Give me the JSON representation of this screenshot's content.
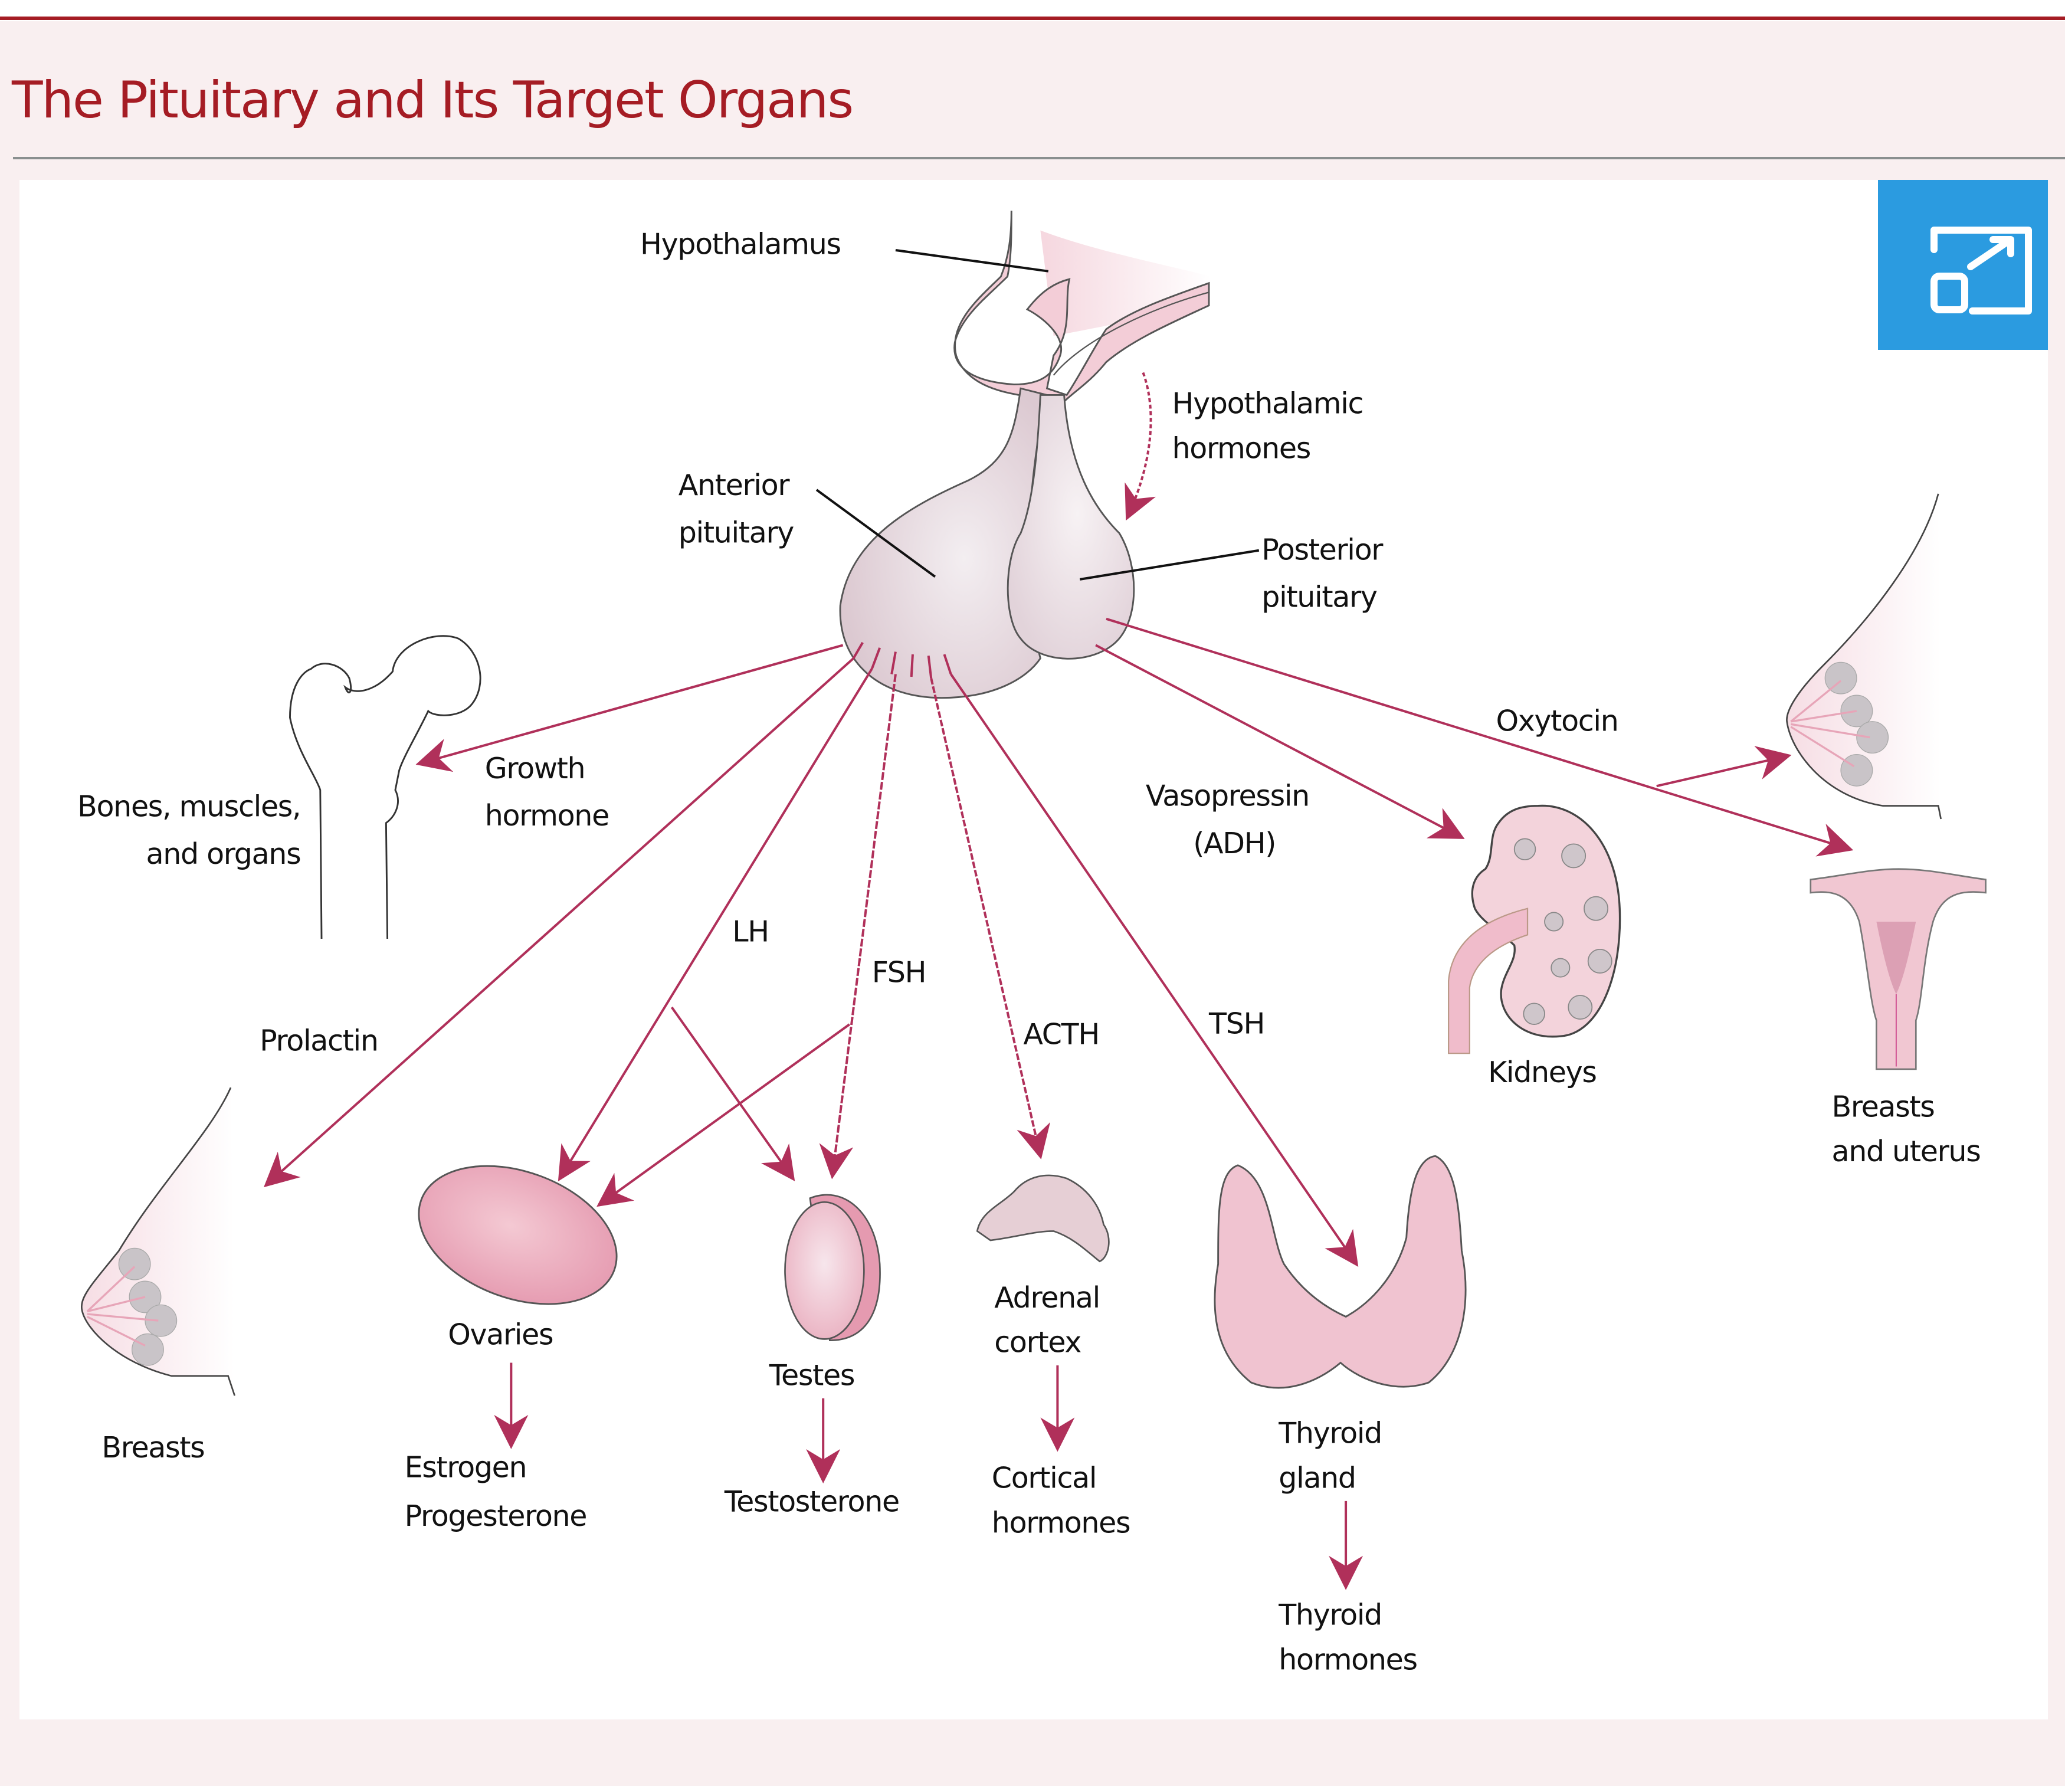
{
  "header": {
    "title": "The Pituitary and Its Target Organs"
  },
  "toolbar": {
    "expand_button_icon": "expand-icon"
  },
  "colors": {
    "brand_red": "#a51c24",
    "arrow_magenta": "#b0305a",
    "organ_pink": "#f2c6d0",
    "button_blue": "#2b9be0",
    "background_pink": "#f9eff0"
  },
  "diagram": {
    "structures": {
      "hypothalamus": "Hypothalamus",
      "hypothalamic_hormones": [
        "Hypothalamic",
        "hormones"
      ],
      "anterior_pituitary": [
        "Anterior",
        "pituitary"
      ],
      "posterior_pituitary": [
        "Posterior",
        "pituitary"
      ]
    },
    "hormones": {
      "growth_hormone": [
        "Growth",
        "hormone"
      ],
      "prolactin": "Prolactin",
      "lh": "LH",
      "fsh": "FSH",
      "acth": "ACTH",
      "tsh": "TSH",
      "vasopressin": [
        "Vasopressin",
        "(ADH)"
      ],
      "oxytocin": "Oxytocin"
    },
    "targets": {
      "bones": [
        "Bones, muscles,",
        "and organs"
      ],
      "breasts": "Breasts",
      "ovaries": "Ovaries",
      "testes": "Testes",
      "adrenal": [
        "Adrenal",
        "cortex"
      ],
      "thyroid": [
        "Thyroid",
        "gland"
      ],
      "kidneys": "Kidneys",
      "breasts_uterus": [
        "Breasts",
        "and uterus"
      ]
    },
    "products": {
      "ovaries": [
        "Estrogen",
        "Progesterone"
      ],
      "testes": "Testosterone",
      "adrenal": [
        "Cortical",
        "hormones"
      ],
      "thyroid": [
        "Thyroid",
        "hormones"
      ]
    }
  }
}
